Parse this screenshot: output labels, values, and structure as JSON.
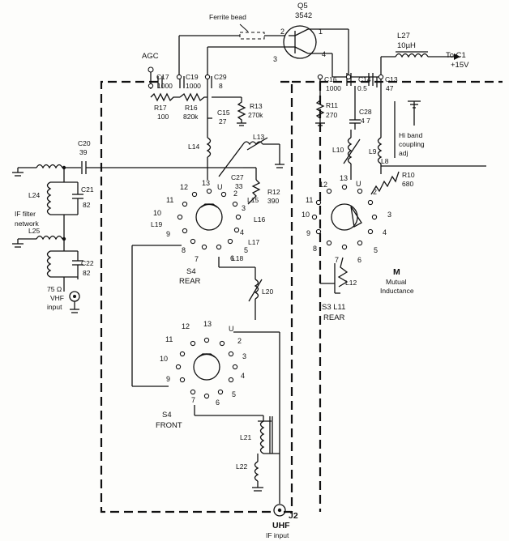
{
  "labels": {
    "ferrite_bead": "Ferrite bead",
    "q5_ref": "Q5",
    "q5_part": "3542",
    "q5_pin1": "1",
    "q5_pin2": "2",
    "q5_pin3": "3",
    "q5_pin4": "4",
    "agc": "AGC",
    "c17": "C17",
    "c17_val": "1000",
    "c19": "C19",
    "c19_val": "1000",
    "c29": "C29",
    "c29_val": "8",
    "r17": "R17",
    "r17_val": "100",
    "r16": "R16",
    "r16_val": "820k",
    "c15": "C15",
    "c15_val": "27",
    "r13": "R13",
    "r13_val": "270k",
    "c16": "C16",
    "c16_val": "1000",
    "c14": "C14",
    "c14_val": "0.5",
    "c13": "C13",
    "c13_val": "47",
    "c28": "C28",
    "c28_val": "4 7",
    "r11": "R11",
    "r11_val": "270",
    "l27": "L27",
    "l27_val": "10µH",
    "to_c1": "To C1",
    "plus15": "+15V",
    "hi_band_1": "Hi band",
    "hi_band_2": "coupling",
    "hi_band_3": "adj",
    "l14": "L14",
    "l13": "L13",
    "c27": "C27",
    "c27_val": "33",
    "r12": "R12",
    "r12_val": "390",
    "l15": "L15",
    "l16": "L16",
    "l17": "L17",
    "l18": "L18",
    "l19": "L19",
    "l10": "L10",
    "l9": "L9",
    "l8": "L8",
    "r10": "R10",
    "r10_val": "680",
    "l12": "L12",
    "m": "M",
    "mutual_1": "Mutual",
    "mutual_2": "Inductance",
    "c20": "C20",
    "c20_val": "39",
    "l24": "L24",
    "c21": "C21",
    "c21_val": "82",
    "if_filter_1": "IF filter",
    "if_filter_2": "network",
    "l25": "L25",
    "c22": "C22",
    "c22_val": "82",
    "ohm75": "75 Ω",
    "vhf": "VHF",
    "input": "input",
    "s4_rear_1": "S4",
    "s4_rear_2": "REAR",
    "s3_rear_1": "S3 L11",
    "s3_rear_2": "REAR",
    "l20": "L20",
    "s4_front_1": "S4",
    "s4_front_2": "FRONT",
    "l21": "L21",
    "l22": "L22",
    "uhf": "UHF",
    "j2": "J2",
    "if_input": "IF input",
    "s4r_13": "13",
    "s4r_12": "12",
    "s4r_11": "11",
    "s4r_10": "10",
    "s4r_9": "9",
    "s4r_8": "8",
    "s4r_7": "7",
    "s4r_6": "6",
    "s4r_5": "5",
    "s4r_4": "4",
    "s4r_3": "3",
    "s4r_2": "2",
    "s4r_u": "U",
    "s4f_13": "13",
    "s4f_12": "12",
    "s4f_11": "11",
    "s4f_10": "10",
    "s4f_9": "9",
    "s4f_7": "7",
    "s4f_6": "6",
    "s4f_5": "5",
    "s4f_4": "4",
    "s4f_3": "3",
    "s4f_2": "2",
    "s4f_u": "U",
    "s3_13": "13",
    "s3_12": "12",
    "s3_11": "11",
    "s3_10": "10",
    "s3_9": "9",
    "s3_8": "8",
    "s3_7": "7",
    "s3_6": "6",
    "s3_5": "5",
    "s3_4": "4",
    "s3_3": "3",
    "s3_2": "2",
    "s3_u": "U"
  }
}
